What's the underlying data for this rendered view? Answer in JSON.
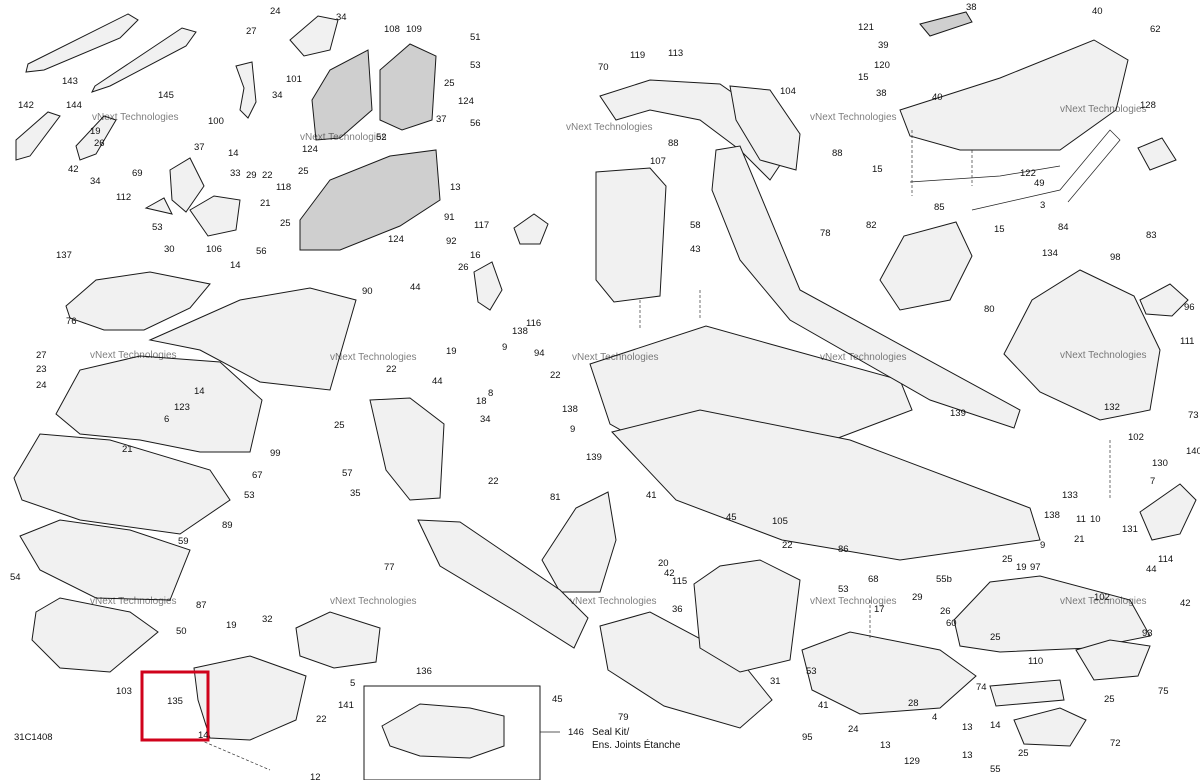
{
  "diagram_code": "31C1408",
  "watermark": "vNext Technologies",
  "inset": {
    "number": "146",
    "line1": "Seal Kit/",
    "line2": "Ens. Joints Étanche"
  },
  "highlight": {
    "number": "135"
  },
  "labels": [
    {
      "id": "143",
      "t": "143"
    },
    {
      "id": "145",
      "t": "145"
    },
    {
      "id": "142",
      "t": "142"
    },
    {
      "id": "144",
      "t": "144"
    },
    {
      "id": "19a",
      "t": "19"
    },
    {
      "id": "26a",
      "t": "26"
    },
    {
      "id": "42a",
      "t": "42"
    },
    {
      "id": "34a",
      "t": "34"
    },
    {
      "id": "27a",
      "t": "27"
    },
    {
      "id": "24a",
      "t": "24"
    },
    {
      "id": "34b",
      "t": "34"
    },
    {
      "id": "101",
      "t": "101"
    },
    {
      "id": "34c",
      "t": "34"
    },
    {
      "id": "100",
      "t": "100"
    },
    {
      "id": "108",
      "t": "108"
    },
    {
      "id": "109",
      "t": "109"
    },
    {
      "id": "51",
      "t": "51"
    },
    {
      "id": "53a",
      "t": "53"
    },
    {
      "id": "25a",
      "t": "25"
    },
    {
      "id": "124a",
      "t": "124"
    },
    {
      "id": "37a",
      "t": "37"
    },
    {
      "id": "52",
      "t": "52"
    },
    {
      "id": "56a",
      "t": "56"
    },
    {
      "id": "124b",
      "t": "124"
    },
    {
      "id": "37b",
      "t": "37"
    },
    {
      "id": "14a",
      "t": "14"
    },
    {
      "id": "69",
      "t": "69"
    },
    {
      "id": "33",
      "t": "33"
    },
    {
      "id": "29a",
      "t": "29"
    },
    {
      "id": "22a",
      "t": "22"
    },
    {
      "id": "118",
      "t": "118"
    },
    {
      "id": "25b",
      "t": "25"
    },
    {
      "id": "13a",
      "t": "13"
    },
    {
      "id": "112",
      "t": "112"
    },
    {
      "id": "21a",
      "t": "21"
    },
    {
      "id": "53b",
      "t": "53"
    },
    {
      "id": "30",
      "t": "30"
    },
    {
      "id": "106",
      "t": "106"
    },
    {
      "id": "14b",
      "t": "14"
    },
    {
      "id": "56b",
      "t": "56"
    },
    {
      "id": "25c",
      "t": "25"
    },
    {
      "id": "124c",
      "t": "124"
    },
    {
      "id": "91",
      "t": "91"
    },
    {
      "id": "70",
      "t": "70"
    },
    {
      "id": "119",
      "t": "119"
    },
    {
      "id": "113",
      "t": "113"
    },
    {
      "id": "104",
      "t": "104"
    },
    {
      "id": "88a",
      "t": "88"
    },
    {
      "id": "107",
      "t": "107"
    },
    {
      "id": "88b",
      "t": "88"
    },
    {
      "id": "121",
      "t": "121"
    },
    {
      "id": "38a",
      "t": "38"
    },
    {
      "id": "40a",
      "t": "40"
    },
    {
      "id": "62",
      "t": "62"
    },
    {
      "id": "39",
      "t": "39"
    },
    {
      "id": "120",
      "t": "120"
    },
    {
      "id": "15a",
      "t": "15"
    },
    {
      "id": "38b",
      "t": "38"
    },
    {
      "id": "40b",
      "t": "40"
    },
    {
      "id": "128",
      "t": "128"
    },
    {
      "id": "15b",
      "t": "15"
    },
    {
      "id": "122",
      "t": "122"
    },
    {
      "id": "49",
      "t": "49"
    },
    {
      "id": "85",
      "t": "85"
    },
    {
      "id": "3",
      "t": "3"
    },
    {
      "id": "84",
      "t": "84"
    },
    {
      "id": "15c",
      "t": "15"
    },
    {
      "id": "117",
      "t": "117"
    },
    {
      "id": "92",
      "t": "92"
    },
    {
      "id": "16",
      "t": "16"
    },
    {
      "id": "26b",
      "t": "26"
    },
    {
      "id": "43",
      "t": "43"
    },
    {
      "id": "58",
      "t": "58"
    },
    {
      "id": "78",
      "t": "78"
    },
    {
      "id": "82",
      "t": "82"
    },
    {
      "id": "83",
      "t": "83"
    },
    {
      "id": "137",
      "t": "137"
    },
    {
      "id": "90",
      "t": "90"
    },
    {
      "id": "44a",
      "t": "44"
    },
    {
      "id": "138a",
      "t": "138"
    },
    {
      "id": "116",
      "t": "116"
    },
    {
      "id": "9a",
      "t": "9"
    },
    {
      "id": "94",
      "t": "94"
    },
    {
      "id": "134",
      "t": "134"
    },
    {
      "id": "98",
      "t": "98"
    },
    {
      "id": "96",
      "t": "96"
    },
    {
      "id": "80",
      "t": "80"
    },
    {
      "id": "76",
      "t": "76"
    },
    {
      "id": "27b",
      "t": "27"
    },
    {
      "id": "23",
      "t": "23"
    },
    {
      "id": "24b",
      "t": "24"
    },
    {
      "id": "14c",
      "t": "14"
    },
    {
      "id": "123",
      "t": "123"
    },
    {
      "id": "6",
      "t": "6"
    },
    {
      "id": "19b",
      "t": "19"
    },
    {
      "id": "22b",
      "t": "22"
    },
    {
      "id": "44b",
      "t": "44"
    },
    {
      "id": "8",
      "t": "8"
    },
    {
      "id": "18",
      "t": "18"
    },
    {
      "id": "34d",
      "t": "34"
    },
    {
      "id": "25d",
      "t": "25"
    },
    {
      "id": "22c",
      "t": "22"
    },
    {
      "id": "138b",
      "t": "138"
    },
    {
      "id": "9b",
      "t": "9"
    },
    {
      "id": "139a",
      "t": "139"
    },
    {
      "id": "111",
      "t": "111"
    },
    {
      "id": "132",
      "t": "132"
    },
    {
      "id": "73",
      "t": "73"
    },
    {
      "id": "21b",
      "t": "21"
    },
    {
      "id": "99",
      "t": "99"
    },
    {
      "id": "139b",
      "t": "139"
    },
    {
      "id": "102a",
      "t": "102"
    },
    {
      "id": "140",
      "t": "140"
    },
    {
      "id": "57",
      "t": "57"
    },
    {
      "id": "67",
      "t": "67"
    },
    {
      "id": "53c",
      "t": "53"
    },
    {
      "id": "22d",
      "t": "22"
    },
    {
      "id": "130",
      "t": "130"
    },
    {
      "id": "7",
      "t": "7"
    },
    {
      "id": "133",
      "t": "133"
    },
    {
      "id": "35",
      "t": "35"
    },
    {
      "id": "81",
      "t": "81"
    },
    {
      "id": "41a",
      "t": "41"
    },
    {
      "id": "45a",
      "t": "45"
    },
    {
      "id": "105",
      "t": "105"
    },
    {
      "id": "11",
      "t": "11"
    },
    {
      "id": "10",
      "t": "10"
    },
    {
      "id": "131",
      "t": "131"
    },
    {
      "id": "89",
      "t": "89"
    },
    {
      "id": "138c",
      "t": "138"
    },
    {
      "id": "9c",
      "t": "9"
    },
    {
      "id": "21c",
      "t": "21"
    },
    {
      "id": "59",
      "t": "59"
    },
    {
      "id": "54",
      "t": "54"
    },
    {
      "id": "77",
      "t": "77"
    },
    {
      "id": "20",
      "t": "20"
    },
    {
      "id": "42b",
      "t": "42"
    },
    {
      "id": "22e",
      "t": "22"
    },
    {
      "id": "86",
      "t": "86"
    },
    {
      "id": "114",
      "t": "114"
    },
    {
      "id": "44c",
      "t": "44"
    },
    {
      "id": "87",
      "t": "87"
    },
    {
      "id": "115",
      "t": "115"
    },
    {
      "id": "25e",
      "t": "25"
    },
    {
      "id": "19c",
      "t": "19"
    },
    {
      "id": "97",
      "t": "97"
    },
    {
      "id": "55b",
      "t": "55b"
    },
    {
      "id": "53d",
      "t": "53"
    },
    {
      "id": "68",
      "t": "68"
    },
    {
      "id": "29b",
      "t": "29"
    },
    {
      "id": "17",
      "t": "17"
    },
    {
      "id": "26c",
      "t": "26"
    },
    {
      "id": "36",
      "t": "36"
    },
    {
      "id": "102b",
      "t": "102"
    },
    {
      "id": "42c",
      "t": "42"
    },
    {
      "id": "50",
      "t": "50"
    },
    {
      "id": "19d",
      "t": "19"
    },
    {
      "id": "32",
      "t": "32"
    },
    {
      "id": "136",
      "t": "136"
    },
    {
      "id": "60",
      "t": "60"
    },
    {
      "id": "93",
      "t": "93"
    },
    {
      "id": "25f",
      "t": "25"
    },
    {
      "id": "103",
      "t": "103"
    },
    {
      "id": "5",
      "t": "5"
    },
    {
      "id": "141",
      "t": "141"
    },
    {
      "id": "45b",
      "t": "45"
    },
    {
      "id": "31",
      "t": "31"
    },
    {
      "id": "110",
      "t": "110"
    },
    {
      "id": "75",
      "t": "75"
    },
    {
      "id": "53e",
      "t": "53"
    },
    {
      "id": "74",
      "t": "74"
    },
    {
      "id": "22f",
      "t": "22"
    },
    {
      "id": "41b",
      "t": "41"
    },
    {
      "id": "28",
      "t": "28"
    },
    {
      "id": "79",
      "t": "79"
    },
    {
      "id": "24c",
      "t": "24"
    },
    {
      "id": "4",
      "t": "4"
    },
    {
      "id": "13b",
      "t": "13"
    },
    {
      "id": "25g",
      "t": "25"
    },
    {
      "id": "95",
      "t": "95"
    },
    {
      "id": "14d",
      "t": "14"
    },
    {
      "id": "12",
      "t": "12"
    },
    {
      "id": "129",
      "t": "129"
    },
    {
      "id": "13c",
      "t": "13"
    },
    {
      "id": "25h",
      "t": "25"
    },
    {
      "id": "72",
      "t": "72"
    },
    {
      "id": "55",
      "t": "55"
    },
    {
      "id": "13d",
      "t": "13"
    },
    {
      "id": "14e",
      "t": "14"
    }
  ]
}
